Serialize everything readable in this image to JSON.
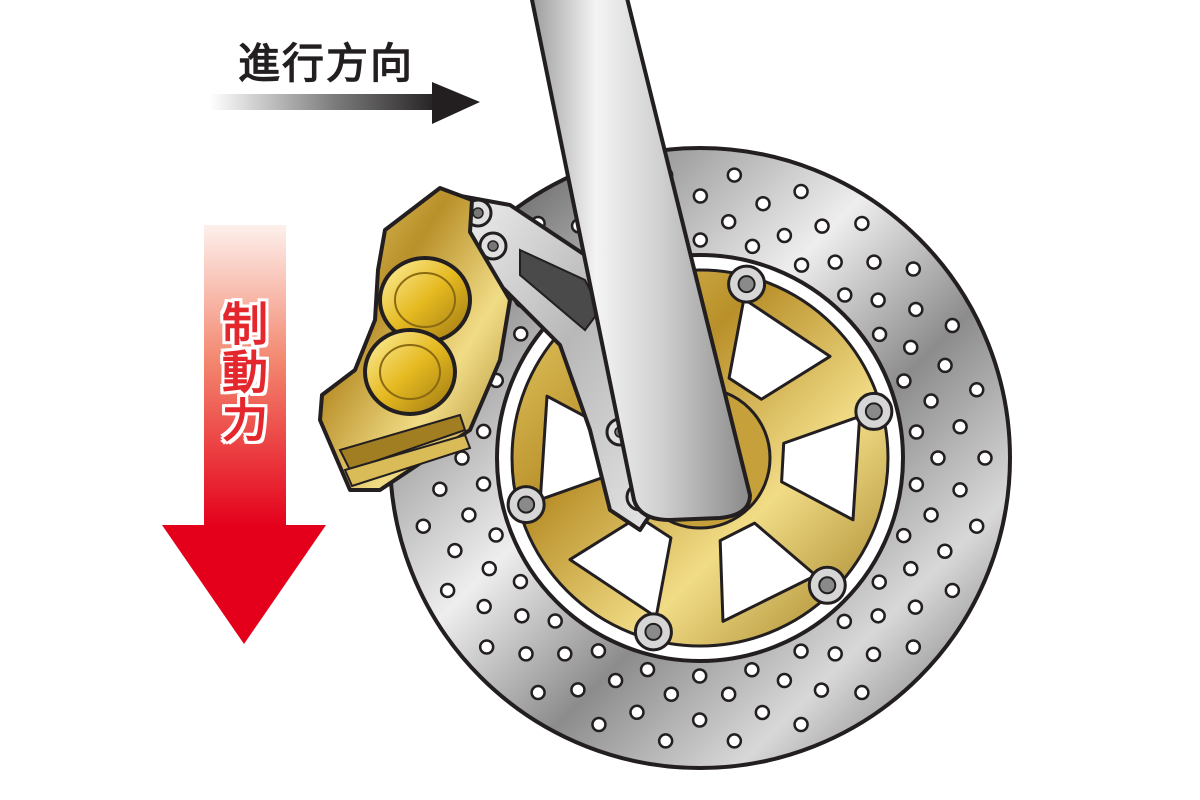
{
  "labels": {
    "direction_of_travel": "進行方向",
    "braking_force": "制動力"
  },
  "colors": {
    "travel_arrow": "#231f20",
    "brake_arrow_top": "#fbe3dd",
    "brake_arrow_bottom": "#e4001b",
    "caliper_gold": "#c9a227",
    "rotor_dark": "#3a3a3a",
    "rotor_light": "#e8e8e8",
    "fork_silver": "#c8c8c8"
  },
  "icons": [
    "direction-arrow-right",
    "braking-arrow-down",
    "brake-rotor",
    "brake-caliper",
    "front-fork"
  ]
}
